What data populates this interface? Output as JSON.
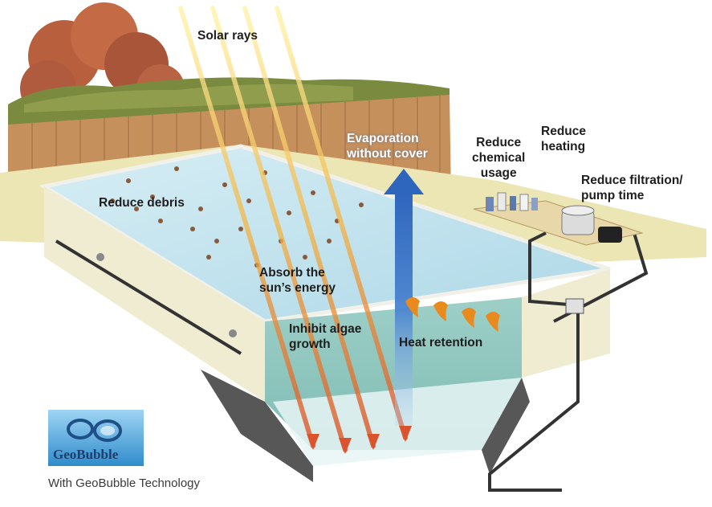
{
  "labels": {
    "solar_rays": "Solar rays",
    "evaporation": "Evaporation\nwithout cover",
    "reduce_chemical": "Reduce\nchemical\nusage",
    "reduce_heating": "Reduce\nheating",
    "reduce_filtration": "Reduce filtration/\npump time",
    "reduce_debris": "Reduce debris",
    "absorb_energy": "Absorb the\nsun’s energy",
    "inhibit_algae": "Inhibit algae\ngrowth",
    "heat_retention": "Heat retention"
  },
  "logo": {
    "text": "GeoBubble"
  },
  "caption": "With GeoBubble Technology",
  "colors": {
    "water": "#bfe3ee",
    "pool_wall": "#a8d2cc",
    "fence": "#c6905c",
    "deck": "#ece6b5",
    "evaporation_arrow": "#3d78c9",
    "solar_ray": "#d9542c",
    "heat_fish": "#e98a1f"
  }
}
